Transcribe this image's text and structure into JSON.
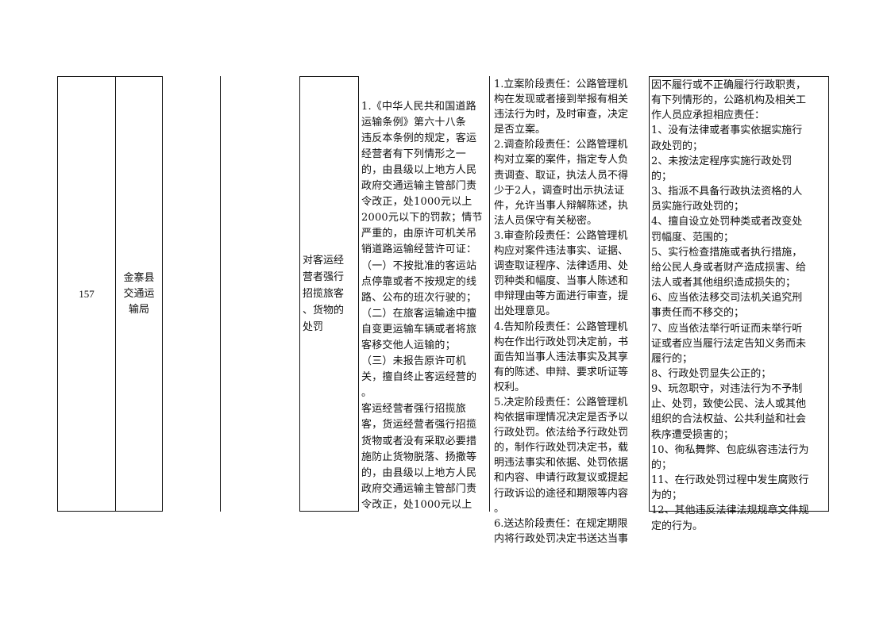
{
  "row": {
    "number": "157",
    "department": "金寨县\n交通运\n输局",
    "item_name": "对客运经\n营者强行\n招揽旅客\n、货物的\n处罚",
    "legal_basis": "1.《中华人民共和国道路\n运输条例》第六十八条\n违反本条例的规定，客运\n经营者有下列情形之一\n的，由县级以上地方人民\n政府交通运输主管部门责\n令改正，处1000元以上\n2000元以下的罚款；情节\n严重的，由原许可机关吊\n销道路运输经营许可证：\n（一）不按批准的客运站\n点停靠或者不按规定的线\n路、公布的班次行驶的；\n（二）在旅客运输途中擅\n自变更运输车辆或者将旅\n客移交他人运输的；\n（三）未报告原许可机\n关，擅自终止客运经营的\n。\n客运经营者强行招揽旅\n客，货运经营者强行招揽\n货物或者没有采取必要措\n施防止货物脱落、扬撒等\n的，由县级以上地方人民\n政府交通运输主管部门责\n令改正，处1000元以上",
    "responsibilities": "1.立案阶段责任：公路管理机\n构在发现或者接到举报有相关\n违法行为时，及时审查，决定\n是否立案。\n2.调查阶段责任：公路管理机\n构对立案的案件，指定专人负\n责调查、取证，执法人员不得\n少于2人，调查时出示执法证\n件，允许当事人辩解陈述，执\n法人员保守有关秘密。\n3.审查阶段责任：公路管理机\n构应对案件违法事实、证据、\n调查取证程序、法律适用、处\n罚种类和幅度、当事人陈述和\n申辩理由等方面进行审查，提\n出处理意见。\n4.告知阶段责任：公路管理机\n构在作出行政处罚决定前，书\n面告知当事人违法事实及其享\n有的陈述、申辩、要求听证等\n权利。\n5.决定阶段责任：公路管理机\n构依据审理情况决定是否予以\n行政处罚。依法给予行政处罚\n的，制作行政处罚决定书，载\n明违法事实和依据、处罚依据\n和内容、申请行政复议或提起\n行政诉讼的途径和期限等内容\n。\n6.送达阶段责任：在规定期限\n内将行政处罚决定书送达当事",
    "accountability": "因不履行或不正确履行行政职责，\n有下列情形的，公路机构及相关工\n作人员应承担相应责任：\n1、没有法律或者事实依据实施行\n政处罚的；\n2、未按法定程序实施行政处罚\n的；\n3、指派不具备行政执法资格的人\n员实施行政处罚的；\n4、擅自设立处罚种类或者改变处\n罚幅度、范围的；\n5、实行检查措施或者执行措施，\n给公民人身或者财产造成损害、给\n法人或者其他组织造成损失的；\n6、应当依法移交司法机关追究刑\n事责任而不移交的；\n7、应当依法举行听证而未举行听\n证或者应当履行法定告知义务而未\n履行的；\n8、行政处罚显失公正的；\n9、玩忽职守，对违法行为不予制\n止、处罚，致使公民、法人或其他\n组织的合法权益、公共利益和社会\n秩序遭受损害的；\n10、徇私舞弊、包庇纵容违法行为\n的；\n11、在行政处罚过程中发生腐败行\n为的；\n12、其他违反法律法规规章文件规\n定的行为。"
  }
}
